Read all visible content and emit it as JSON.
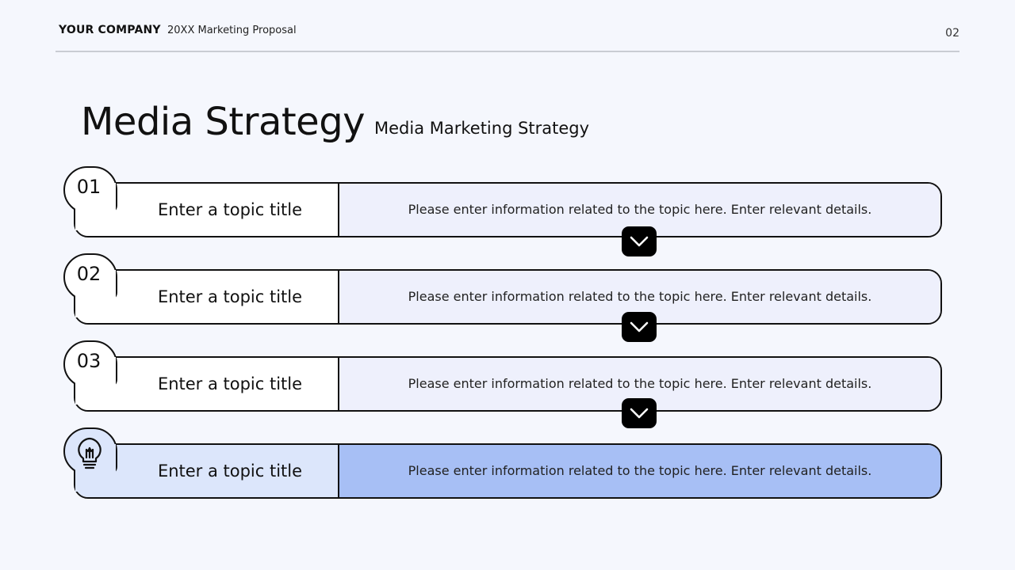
{
  "header": {
    "company": "YOUR COMPANY",
    "doc_title": "20XX Marketing Proposal",
    "page_number": "02"
  },
  "main": {
    "title": "Media Strategy",
    "subtitle": "Media Marketing Strategy"
  },
  "items": [
    {
      "badge": "01",
      "title": "Enter a topic title",
      "description": "Please enter information related to the topic here. Enter relevant details."
    },
    {
      "badge": "02",
      "title": "Enter a topic title",
      "description": "Please enter information related to the topic here. Enter relevant details."
    },
    {
      "badge": "03",
      "title": "Enter a topic title",
      "description": "Please enter information related to the topic here. Enter relevant details."
    },
    {
      "badge_icon": "lightbulb-icon",
      "title": "Enter a topic title",
      "description": "Please enter information related to the topic here. Enter relevant details."
    }
  ],
  "colors": {
    "background": "#f5f7fd",
    "row_detail": "#eef0fc",
    "highlight_left": "#dce6fb",
    "highlight_right": "#a7bff5",
    "outline": "#111111"
  }
}
